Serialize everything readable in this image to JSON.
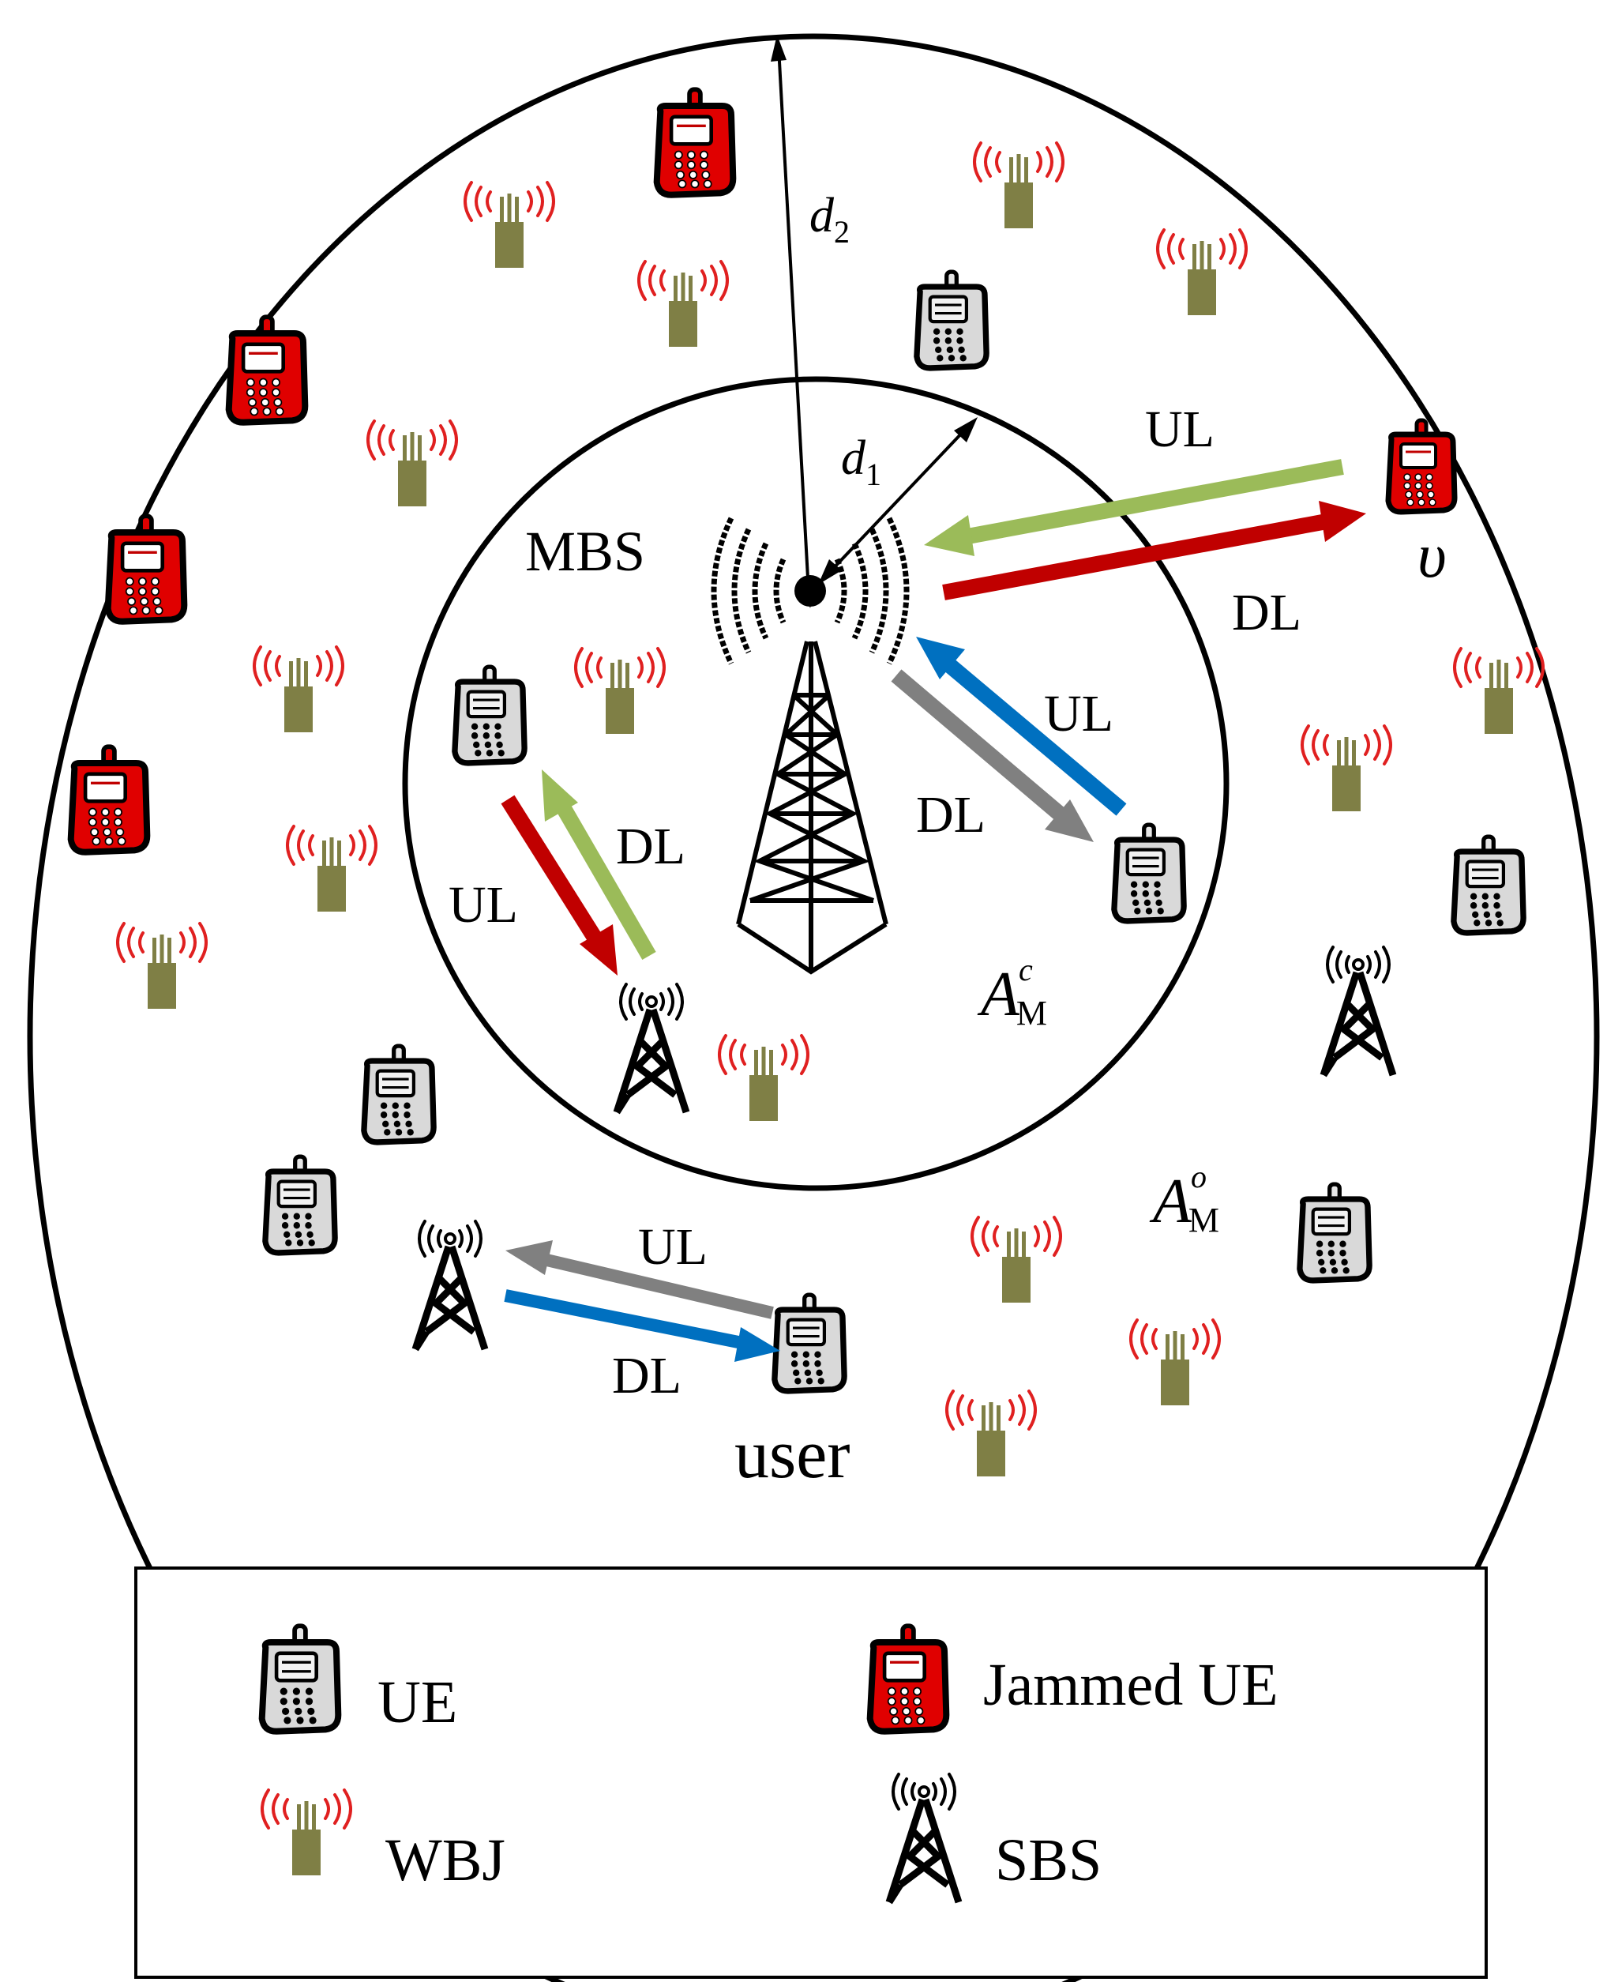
{
  "labels": {
    "mbs": "MBS",
    "d1": "d",
    "d1_sub": "1",
    "d2": "d",
    "d2_sub": "2",
    "v": "υ",
    "user": "user",
    "amc": "A",
    "amc_sub": "M",
    "amc_sup": "c",
    "amo": "A",
    "amo_sub": "M",
    "amo_sup": "o"
  },
  "links": {
    "top_ul": "UL",
    "top_dl": "DL",
    "right_ul": "UL",
    "right_dl": "DL",
    "left_ul": "UL",
    "left_dl": "DL",
    "bottom_ul": "UL",
    "bottom_dl": "DL"
  },
  "legend": {
    "ue": "UE",
    "jammed_ue": "Jammed UE",
    "wbj": "WBJ",
    "sbs": "SBS"
  },
  "colors": {
    "ue_body": "#d9d9d9",
    "jammed_ue_body": "#e00000",
    "wbj_body": "#7f7f45",
    "wbj_waves": "#e02020",
    "arrow_green": "#9bbb59",
    "arrow_red": "#c00000",
    "arrow_blue": "#0070c0",
    "arrow_gray": "#808080"
  }
}
